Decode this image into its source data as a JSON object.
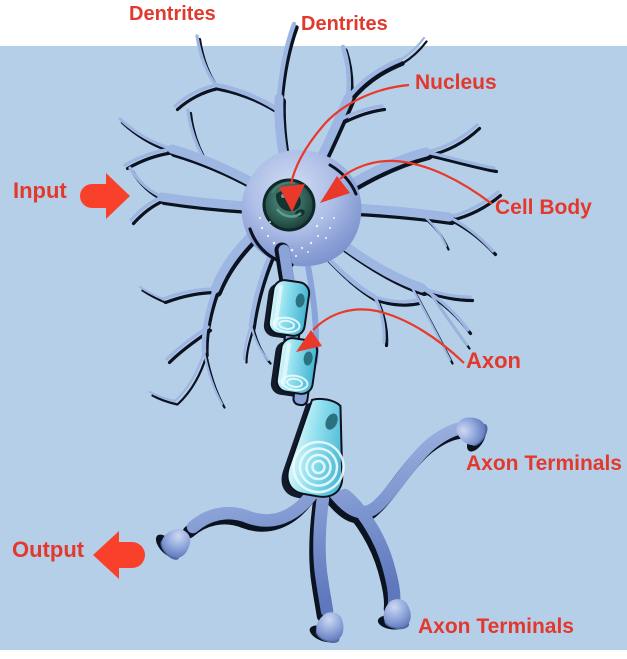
{
  "diagram": {
    "subject": "Neuron structure diagram",
    "labels": {
      "dendrites_left": "Dentrites",
      "dendrites_right": "Dentrites",
      "nucleus": "Nucleus",
      "cell_body": "Cell Body",
      "axon": "Axon",
      "axon_terminals_right": "Axon Terminals",
      "axon_terminals_bottom": "Axon Terminals",
      "input": "Input",
      "output": "Output"
    },
    "colors": {
      "background": "#b6cfe9",
      "page_band": "#ffffff",
      "label_red": "#e2392c",
      "flow_arrow_red": "#f8402a",
      "neuron_blue": "#9db6e2",
      "neuron_dark_outline": "#0b1220",
      "myelin_cyan": "#7ed7e9",
      "nucleus_teal": "#2c5a52"
    }
  }
}
